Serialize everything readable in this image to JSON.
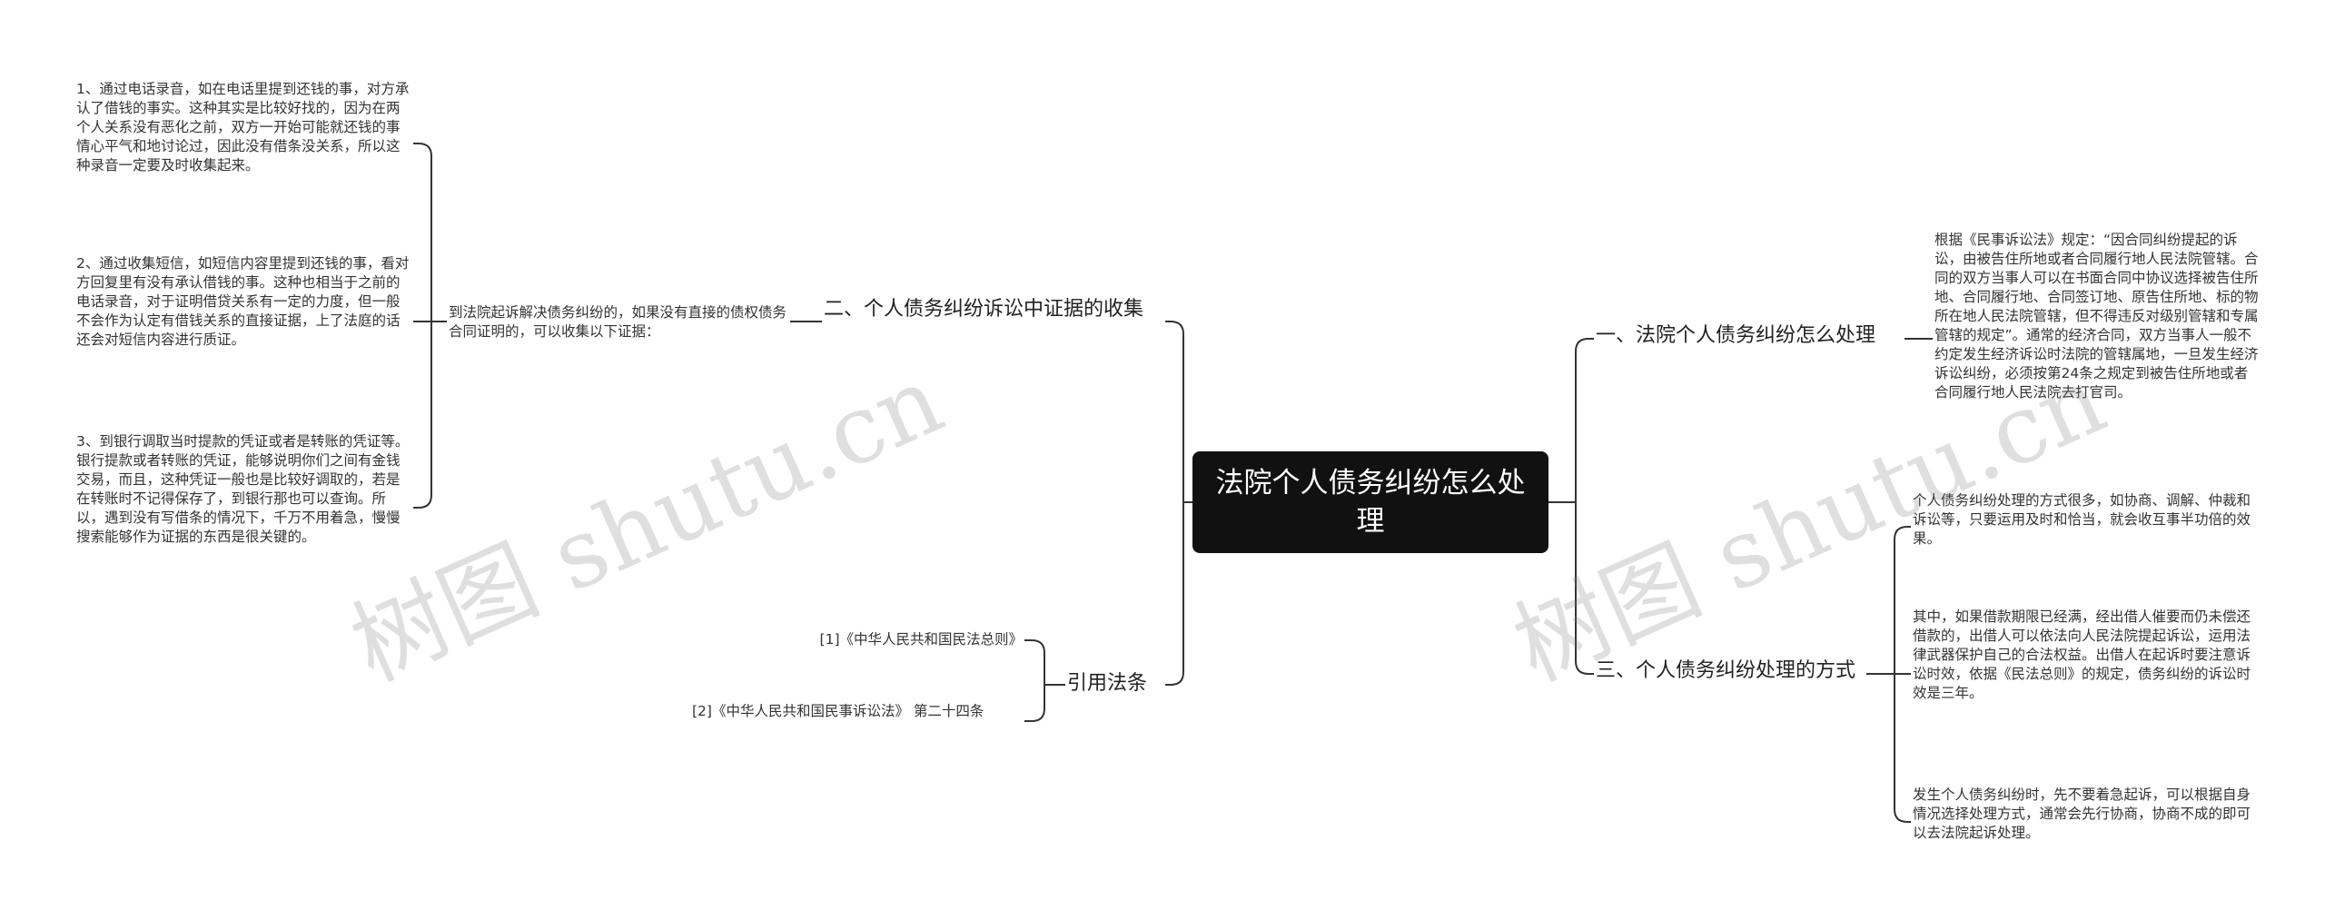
{
  "root": "法院个人债务纠纷怎么处理",
  "left": {
    "evidence": {
      "label": "二、个人债务纠纷诉讼中证据的收集",
      "intro": "到法院起诉解决债务纠纷的，如果没有直接的债权债务合同证明的，可以收集以下证据：",
      "items": [
        "1、通过电话录音，如在电话里提到还钱的事，对方承认了借钱的事实。这种其实是比较好找的，因为在两个人关系没有恶化之前，双方一开始可能就还钱的事情心平气和地讨论过，因此没有借条没关系，所以这种录音一定要及时收集起来。",
        "2、通过收集短信，如短信内容里提到还钱的事，看对方回复里有没有承认借钱的事。这种也相当于之前的电话录音，对于证明借贷关系有一定的力度，但一般不会作为认定有借钱关系的直接证据，上了法庭的话还会对短信内容进行质证。",
        "3、到银行调取当时提款的凭证或者是转账的凭证等。银行提款或者转账的凭证，能够说明你们之间有金钱交易，而且，这种凭证一般也是比较好调取的，若是在转账时不记得保存了，到银行那也可以查询。所以，遇到没有写借条的情况下，千万不用着急，慢慢搜索能够作为证据的东西是很关键的。"
      ]
    },
    "law": {
      "label": "引用法条",
      "items": [
        "[1]《中华人民共和国民法总则》",
        "[2]《中华人民共和国民事诉讼法》 第二十四条"
      ]
    }
  },
  "right": {
    "how": {
      "label": "一、法院个人债务纠纷怎么处理",
      "text": "根据《民事诉讼法》规定：“因合同纠纷提起的诉讼，由被告住所地或者合同履行地人民法院管辖。合同的双方当事人可以在书面合同中协议选择被告住所地、合同履行地、合同签订地、原告住所地、标的物所在地人民法院管辖，但不得违反对级别管辖和专属管辖的规定”。通常的经济合同，双方当事人一般不约定发生经济诉讼时法院的管辖属地，一旦发生经济诉讼纠纷，必须按第24条之规定到被告住所地或者合同履行地人民法院去打官司。"
    },
    "ways": {
      "label": "三、个人债务纠纷处理的方式",
      "items": [
        "个人债务纠纷处理的方式很多，如协商、调解、仲裁和诉讼等，只要运用及时和恰当，就会收互事半功倍的效果。",
        "其中，如果借款期限已经满，经出借人催要而仍未偿还借款的，出借人可以依法向人民法院提起诉讼，运用法律武器保护自己的合法权益。出借人在起诉时要注意诉讼时效，依据《民法总则》的规定，债务纠纷的诉讼时效是三年。",
        "发生个人债务纠纷时，先不要着急起诉，可以根据自身情况选择处理方式，通常会先行协商，协商不成的即可以去法院起诉处理。"
      ]
    }
  },
  "watermark": "树图 shutu.cn",
  "colors": {
    "root_bg": "#111111",
    "root_text": "#ffffff",
    "line": "#333333"
  }
}
